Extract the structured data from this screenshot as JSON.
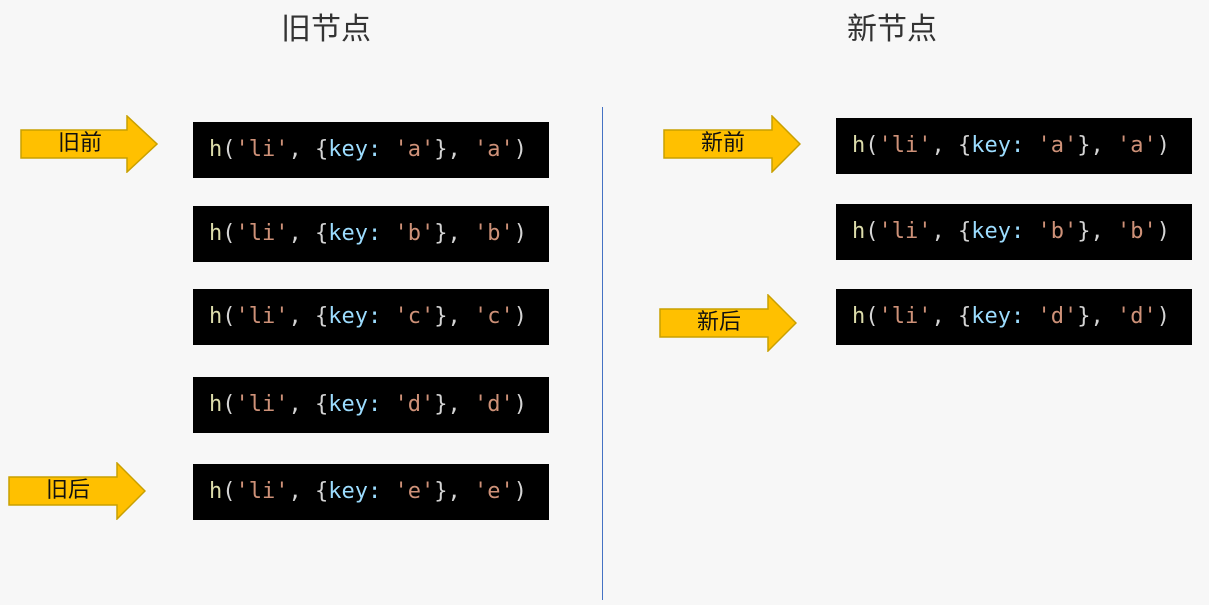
{
  "old_side": {
    "title": "旧节点",
    "pointers": {
      "start": "旧前",
      "end": "旧后"
    },
    "nodes": [
      {
        "tag": "li",
        "key_label": "key:",
        "key": "a",
        "text": "a"
      },
      {
        "tag": "li",
        "key_label": "key:",
        "key": "b",
        "text": "b"
      },
      {
        "tag": "li",
        "key_label": "key:",
        "key": "c",
        "text": "c"
      },
      {
        "tag": "li",
        "key_label": "key:",
        "key": "d",
        "text": "d"
      },
      {
        "tag": "li",
        "key_label": "key:",
        "key": "e",
        "text": "e"
      }
    ]
  },
  "new_side": {
    "title": "新节点",
    "pointers": {
      "start": "新前",
      "end": "新后"
    },
    "nodes": [
      {
        "tag": "li",
        "key_label": "key:",
        "key": "a",
        "text": "a"
      },
      {
        "tag": "li",
        "key_label": "key:",
        "key": "b",
        "text": "b"
      },
      {
        "tag": "li",
        "key_label": "key:",
        "key": "d",
        "text": "d"
      }
    ]
  },
  "colors": {
    "arrow_fill": "#ffc000",
    "arrow_stroke": "#c9a000",
    "divider": "#4472c4",
    "code_bg": "#000000"
  }
}
